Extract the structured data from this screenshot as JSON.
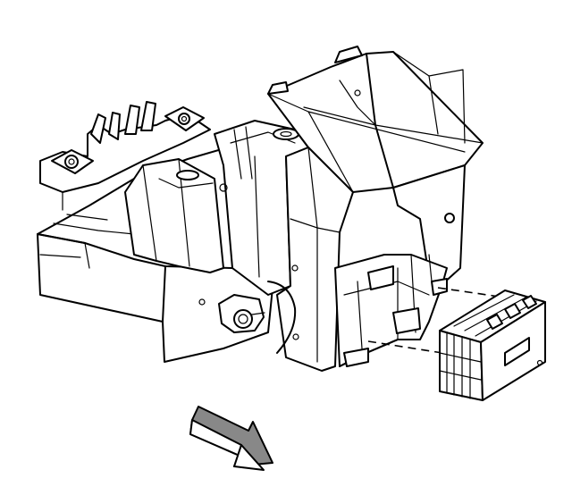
{
  "diagram": {
    "colors": {
      "line": "#000000",
      "background": "#ffffff",
      "arrow_fill": "#888888"
    },
    "parts": [
      {
        "id": "mounting-bracket",
        "icon": "bracket-assembly"
      },
      {
        "id": "electrical-connector-module",
        "icon": "connector-block"
      },
      {
        "id": "direction-arrow",
        "icon": "arrow-down-right-icon"
      }
    ]
  }
}
